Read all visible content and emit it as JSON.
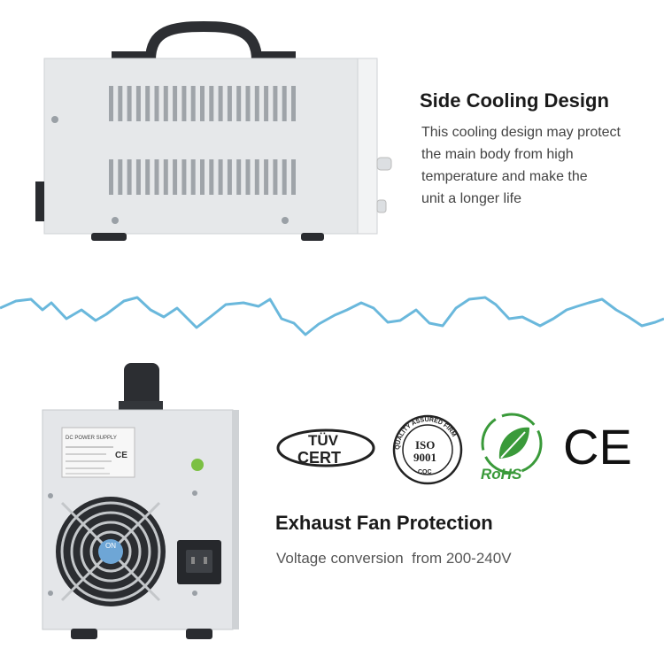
{
  "side_section": {
    "title": "Side Cooling Design",
    "description_lines": [
      "This cooling design may protect",
      "the main body from high",
      "temperature and make the",
      "unit a longer life"
    ]
  },
  "back_section": {
    "title": "Exhaust Fan Protection",
    "description": "Voltage conversion  from 200-240V"
  },
  "label_plate": {
    "heading": "DC POWER SUPPLY",
    "ce_mark": "CE"
  },
  "fan_brand": "ON",
  "certifications": {
    "tuv": {
      "top": "TÜV",
      "bottom": "CERT"
    },
    "iso": {
      "ring_text": "QUALITY ASSURED FIRM",
      "center_top": "ISO",
      "center_bottom": "9001",
      "footer": "CQC"
    },
    "rohs": {
      "label": "RoHS"
    },
    "ce": {
      "label": "CE"
    }
  },
  "colors": {
    "wave": "#6ab8dc",
    "rohs_green": "#3a9a3a",
    "casing": "#e9ebee"
  }
}
